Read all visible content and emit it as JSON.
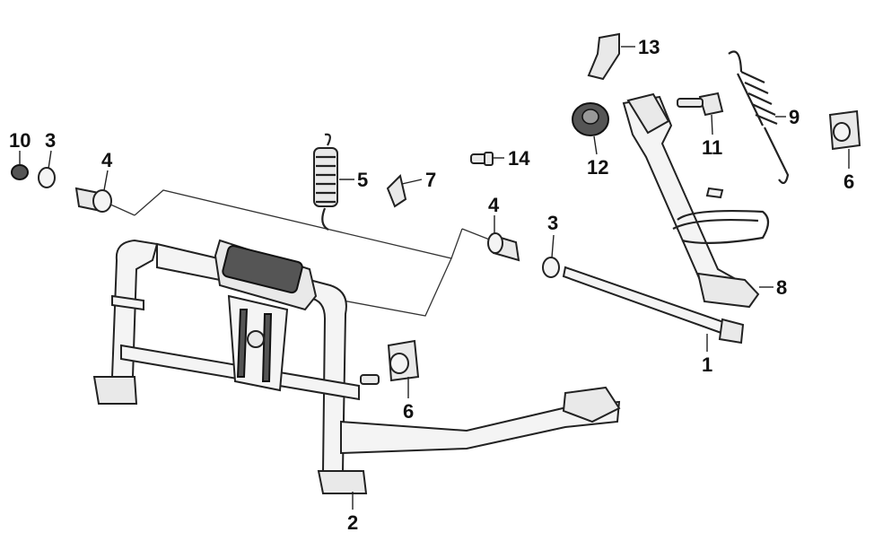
{
  "diagram": {
    "callouts": [
      {
        "id": "10",
        "label": "10"
      },
      {
        "id": "3a",
        "label": "3"
      },
      {
        "id": "4a",
        "label": "4"
      },
      {
        "id": "5",
        "label": "5"
      },
      {
        "id": "7",
        "label": "7"
      },
      {
        "id": "14",
        "label": "14"
      },
      {
        "id": "4b",
        "label": "4"
      },
      {
        "id": "3b",
        "label": "3"
      },
      {
        "id": "13",
        "label": "13"
      },
      {
        "id": "12",
        "label": "12"
      },
      {
        "id": "11",
        "label": "11"
      },
      {
        "id": "9",
        "label": "9"
      },
      {
        "id": "6a",
        "label": "6"
      },
      {
        "id": "8",
        "label": "8"
      },
      {
        "id": "1",
        "label": "1"
      },
      {
        "id": "6b",
        "label": "6"
      },
      {
        "id": "2",
        "label": "2"
      }
    ]
  }
}
